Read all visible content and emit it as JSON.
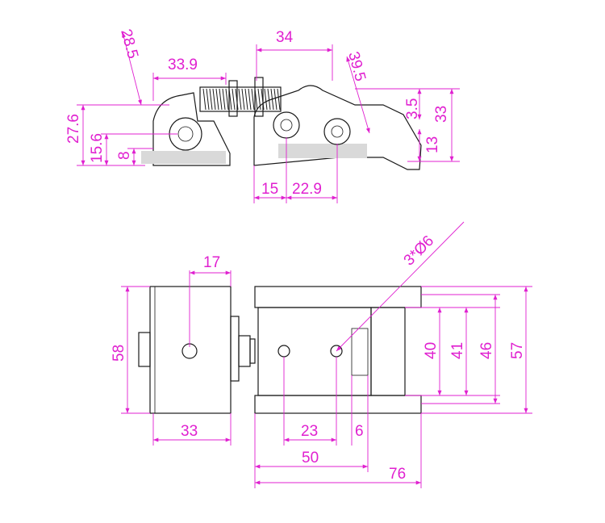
{
  "colors": {
    "dimension": "#e020d0",
    "outline": "#1a1a1a",
    "shade": "#d9d9d9"
  },
  "side_view": {
    "dimensions": [
      "28.5",
      "33.9",
      "34",
      "39.5",
      "3.5",
      "33",
      "27.6",
      "15.6",
      "8",
      "13",
      "15",
      "22.9"
    ]
  },
  "plan_view": {
    "hole_note": "3*Ø6",
    "dimensions": [
      "17",
      "58",
      "33",
      "40",
      "41",
      "46",
      "57",
      "23",
      "6",
      "50",
      "76"
    ]
  }
}
